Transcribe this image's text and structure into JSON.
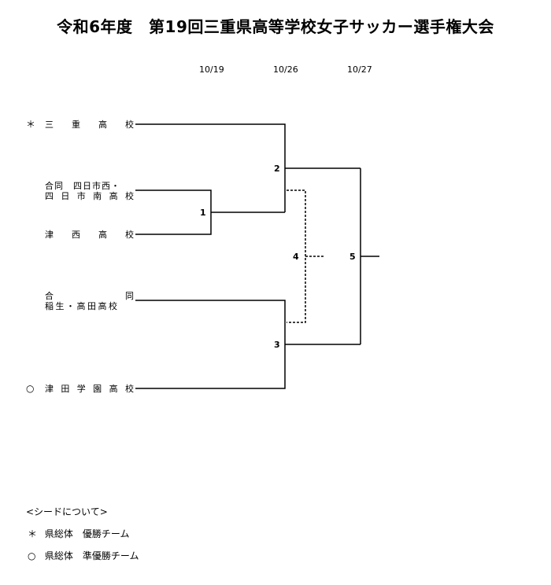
{
  "title": "令和6年度　第19回三重県高等学校女子サッカー選手権大会",
  "dates": [
    "10/19",
    "10/26",
    "10/27"
  ],
  "teams": [
    {
      "mark": "＊",
      "name_chars": [
        "三",
        "重",
        "高",
        "校"
      ]
    },
    {
      "mark": "",
      "line1": "合同　四日市西・",
      "line2_chars": [
        "四",
        "日",
        "市",
        "南",
        "高",
        "校"
      ]
    },
    {
      "mark": "",
      "name_chars": [
        "津",
        "西",
        "高",
        "校"
      ]
    },
    {
      "mark": "",
      "line1_left": "合",
      "line1_right": "同",
      "line2": "稲生・高田高校"
    },
    {
      "mark": "○",
      "name_chars": [
        "津",
        "田",
        "学",
        "園",
        "高",
        "校"
      ]
    }
  ],
  "matches": [
    "1",
    "2",
    "3",
    "4",
    "5"
  ],
  "legend": {
    "title": "<シードについて>",
    "items": [
      {
        "symbol": "＊",
        "text": "県総体　優勝チーム"
      },
      {
        "symbol": "○",
        "text": "県総体　準優勝チーム"
      }
    ]
  }
}
